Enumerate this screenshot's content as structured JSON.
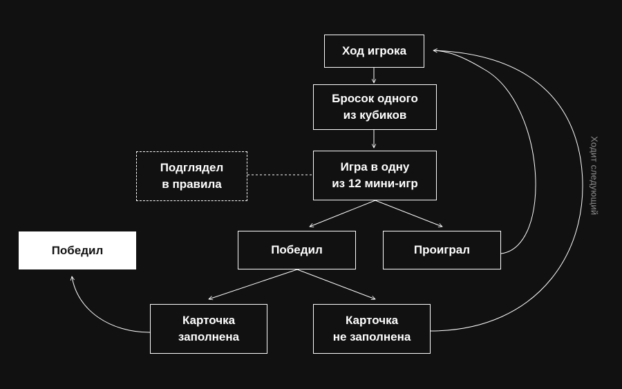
{
  "diagram": {
    "nodes": {
      "player_turn": [
        "Ход игрока"
      ],
      "roll_die": [
        "Бросок одного",
        "из кубиков"
      ],
      "play_minigame": [
        "Игра в одну",
        "из 12 мини-игр"
      ],
      "peeked_rules": [
        "Подглядел",
        "в правила"
      ],
      "won_round": [
        "Победил"
      ],
      "lost_round": [
        "Проиграл"
      ],
      "card_filled": [
        "Карточка",
        "заполнена"
      ],
      "card_not_filled": [
        "Карточка",
        "не заполнена"
      ],
      "final_win": [
        "Победил"
      ]
    },
    "loop_label": "Ходит следующий",
    "colors": {
      "background": "#111111",
      "line": "#ffffff",
      "muted_text": "#8e8e8e"
    }
  }
}
